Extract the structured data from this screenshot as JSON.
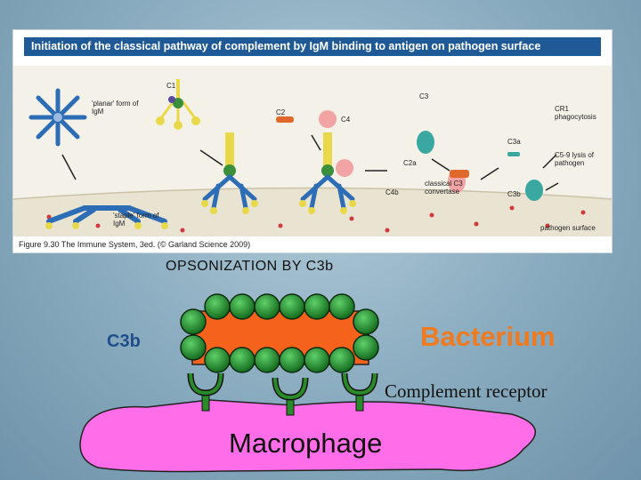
{
  "figure": {
    "title": "Initiation of the classical pathway of complement by IgM binding to antigen on pathogen surface",
    "caption": "Figure 9.30 The Immune System, 3ed. (© Garland Science 2009)",
    "labels": {
      "planar": "'planar' form of IgM",
      "staple": "'staple' form of IgM",
      "c1": "C1",
      "c2": "C2",
      "c4": "C4",
      "c3": "C3",
      "c3a": "C3a",
      "c2a": "C2a",
      "c4b": "C4b",
      "c3b": "C3b",
      "cr1": "CR1 phagocytosis",
      "c59": "C5-9 lysis of pathogen",
      "convertase": "classical C3 convertase",
      "surface": "pathogen surface"
    }
  },
  "diagram": {
    "title": "OPSONIZATION BY C3b",
    "c3b_label": "C3b",
    "bacterium_label": "Bacterium",
    "receptor_label": "Complement receptor",
    "macrophage_label": "Macrophage"
  },
  "colors": {
    "igm": "#2d6db5",
    "antigen": "#e8d84a",
    "c3b_sphere": "#1f8f2a",
    "bacterium": "#f5621c",
    "receptor": "#2a8a2a",
    "macrophage": "#ff6ee8",
    "c3": "#3aa7a0",
    "c4": "#f2a3a3",
    "c2": "#e0682a"
  }
}
